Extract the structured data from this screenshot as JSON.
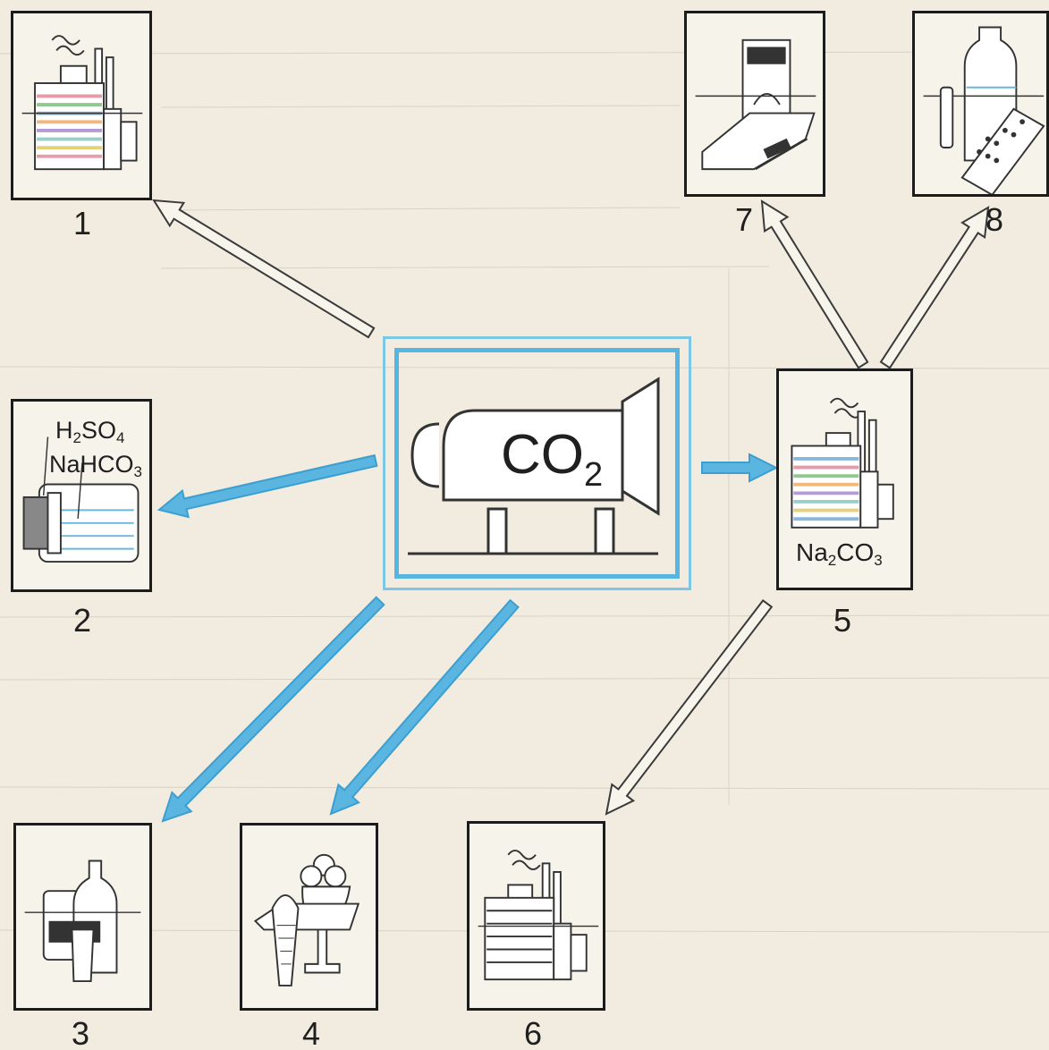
{
  "center": {
    "formula": "CO",
    "formula_sub": "2"
  },
  "nodes": [
    {
      "id": "1",
      "label": "1",
      "icon": "factory-icon"
    },
    {
      "id": "2",
      "label": "2",
      "icon": "fire-extinguisher-icon",
      "text_lines": [
        [
          "H",
          "2",
          "SO",
          "4"
        ],
        [
          "NaHCO",
          "3"
        ]
      ]
    },
    {
      "id": "3",
      "label": "3",
      "icon": "beverages-icon"
    },
    {
      "id": "4",
      "label": "4",
      "icon": "ice-cream-icon"
    },
    {
      "id": "5",
      "label": "5",
      "icon": "factory-icon",
      "caption_main": "Na",
      "caption_sub1": "2",
      "caption_mid": "CO",
      "caption_sub2": "3"
    },
    {
      "id": "6",
      "label": "6",
      "icon": "factory-icon"
    },
    {
      "id": "7",
      "label": "7",
      "icon": "detergent-box-icon"
    },
    {
      "id": "8",
      "label": "8",
      "icon": "medicine-icon"
    }
  ],
  "colors": {
    "blue_arrow": "#5ab5e0",
    "white_arrow": "#f7f4ec",
    "outline": "#3a3a3a"
  }
}
